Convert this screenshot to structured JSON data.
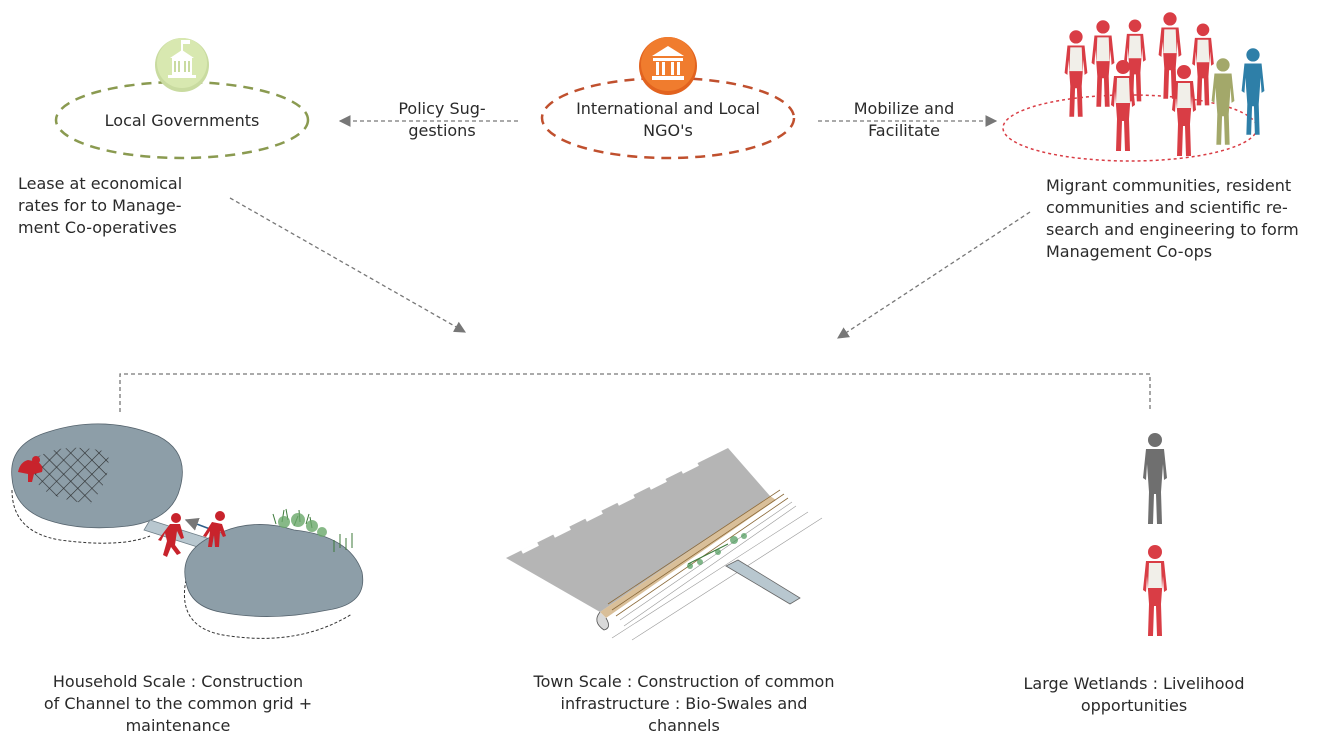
{
  "nodes": {
    "local_gov": {
      "label": "Local Governments",
      "icon": "government-building-icon",
      "color": "#8a9a50"
    },
    "ngo": {
      "label": "International and Local\nNGO's",
      "icon": "institution-icon",
      "color": "#c0502e"
    },
    "communities": {
      "icon": "people-group-icon",
      "color": "#d93d45"
    }
  },
  "edges": {
    "policy": "Policy Sug-\ngestions",
    "mobilize": "Mobilize and\nFacilitate"
  },
  "notes": {
    "lease": "Lease at economical\nrates for to Manage-\nment Co-operatives",
    "migrant": "Migrant communities, resident\ncommunities and scientific re-\nsearch and engineering to form\nManagement Co-ops"
  },
  "outcomes": [
    {
      "caption": "Household Scale : Construction\nof Channel to the common grid +\nmaintenance",
      "illustration": "household-islands-illustration"
    },
    {
      "caption": "Town Scale : Construction of common\ninfrastructure : Bio-Swales and\nchannels",
      "illustration": "road-bioswale-illustration"
    },
    {
      "caption": "Large Wetlands : Livelihood\nopportunities",
      "illustration": "standing-people-illustration"
    }
  ],
  "colors": {
    "green": "#8a9a50",
    "orange": "#c0502e",
    "red": "#d93d45",
    "slate": "#8d9ea8",
    "grey": "#6f6f6f",
    "olive": "#a3a86a",
    "blue": "#2e7fa8"
  }
}
